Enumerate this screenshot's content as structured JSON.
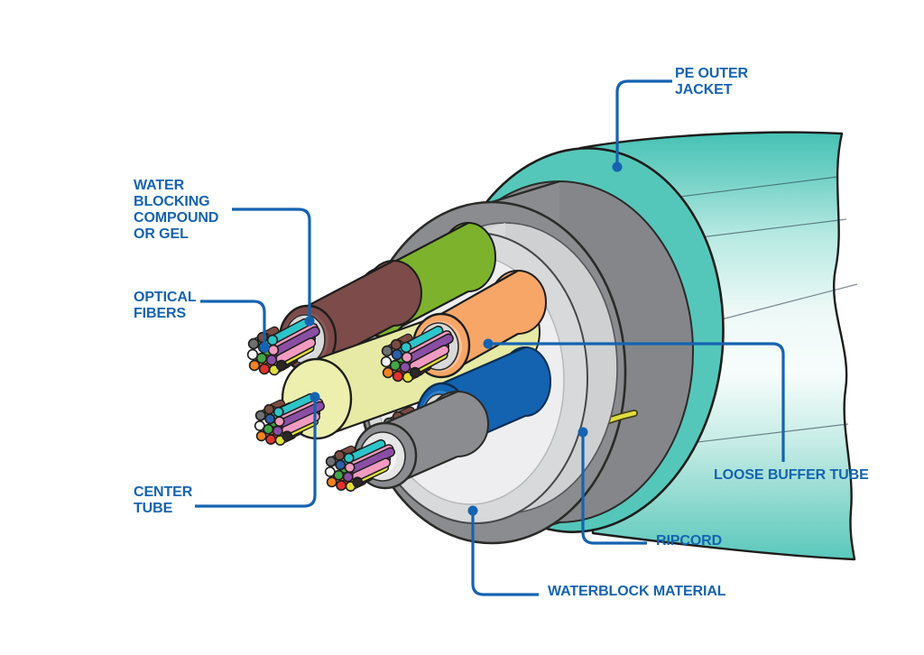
{
  "figure": {
    "type": "cutaway-diagram",
    "subject": "Loose tube fiber optic cable construction"
  },
  "labels": {
    "pe_outer_jacket": "PE OUTER\nJACKET",
    "water_blocking": "WATER\nBLOCKING\nCOMPOUND\nOR GEL",
    "optical_fibers": "OPTICAL\nFIBERS",
    "center_tube": "CENTER\nTUBE",
    "loose_buffer_tube": "LOOSE BUFFER TUBE",
    "ripcord": "RIPCORD",
    "waterblock_material": "WATERBLOCK MATERIAL"
  },
  "colors": {
    "label_text": "#1563b1",
    "leader_line": "#1563b1",
    "outline_dark": "#1d1d1b",
    "outer_jacket_teal": "#55c7ba",
    "jacket_body_light": "#eef9f7",
    "inner_jacket_gray": "#8b8c8f",
    "waterblock_gray": "#d8d9db",
    "gel_gray": "#eeeef0",
    "center_tube_khaki": "#e7eaa4",
    "tube_brown": "#7c4b4a",
    "tube_green": "#7db32c",
    "tube_orange": "#f7a667",
    "tube_blue": "#1363b0",
    "tube_gray": "#8b8c8f",
    "ripcord_yellow": "#e0dc3e",
    "fiber_colors": [
      "#2cc5c9",
      "#f29bc1",
      "#8a4fa5",
      "#e3df3a",
      "#e5322c",
      "#f58220",
      "#43a547",
      "#2b5fac",
      "#7b4b42",
      "#f6f6f6",
      "#2b2827",
      "#6f7073"
    ]
  }
}
